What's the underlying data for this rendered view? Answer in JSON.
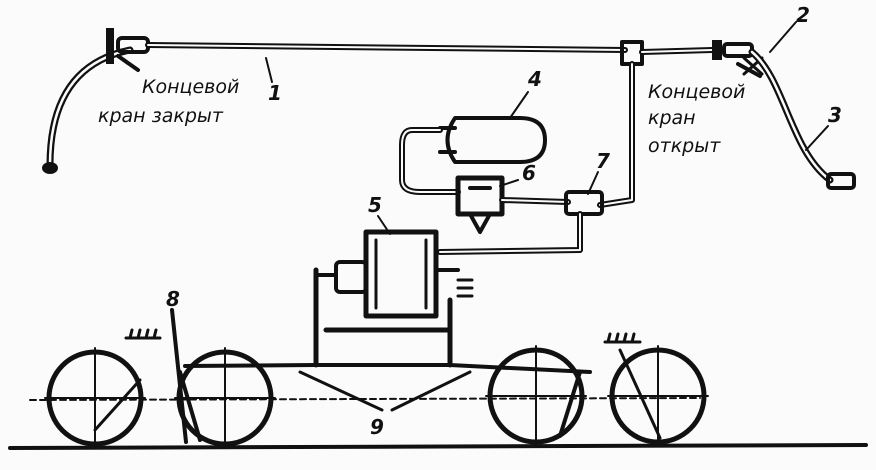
{
  "labels": {
    "closed_line1": "Концевой",
    "closed_line2": "кран закрыт",
    "open_line1": "Концевой",
    "open_line2": "кран",
    "open_line3": "открыт"
  },
  "numbers": {
    "n1": "1",
    "n2": "2",
    "n3": "3",
    "n4": "4",
    "n5": "5",
    "n6": "6",
    "n7": "7",
    "n8": "8",
    "n9": "9"
  }
}
